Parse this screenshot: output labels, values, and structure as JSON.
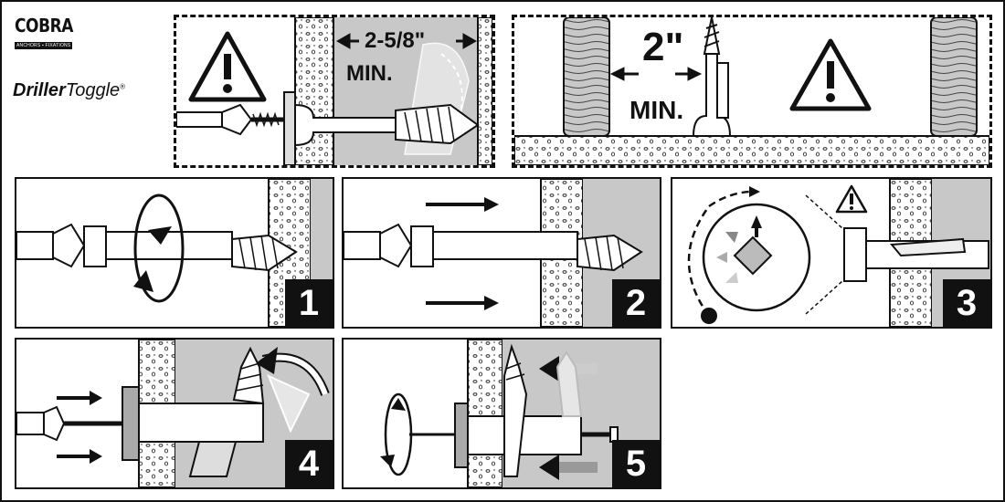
{
  "brand": {
    "name": "COBRA",
    "tagline": "ANCHORS ▪ FIXATIONS",
    "product_part1": "Driller",
    "product_part2": "Toggle",
    "registered": "®"
  },
  "warning_panels": [
    {
      "dimension": "2-5/8\"",
      "min_label": "MIN."
    },
    {
      "dimension": "2\"",
      "min_label": "MIN."
    }
  ],
  "steps": [
    {
      "number": "1"
    },
    {
      "number": "2"
    },
    {
      "number": "3"
    },
    {
      "number": "4"
    },
    {
      "number": "5"
    }
  ],
  "icons": [
    "warning-triangle-icon",
    "rotation-arrow-icon",
    "push-arrow-icon",
    "screwdriver-icon"
  ],
  "colors": {
    "ink": "#111111",
    "cavity_gray": "#c8c8c8",
    "wall": "#ffffff",
    "ghost": "#e6e6e6"
  }
}
